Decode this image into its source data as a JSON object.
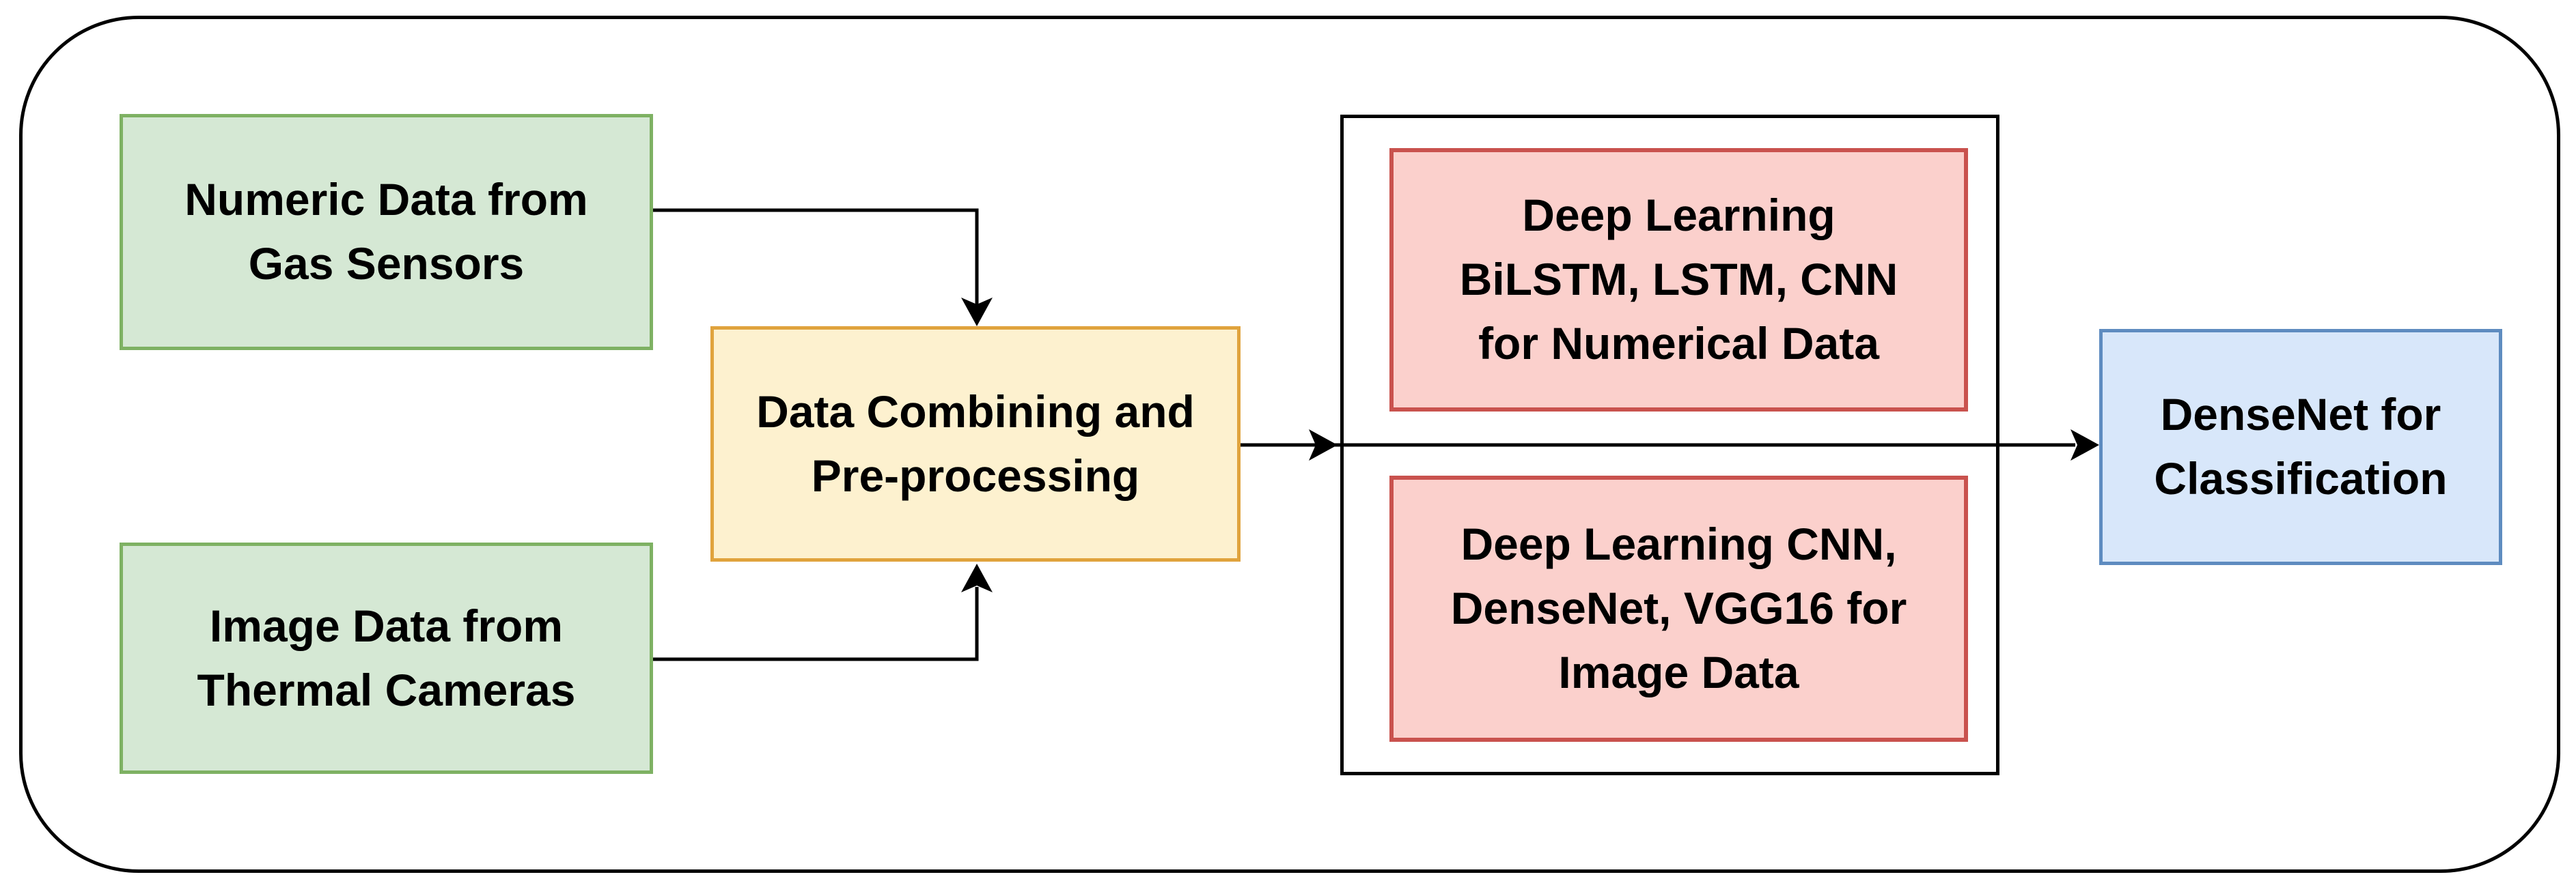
{
  "diagram": {
    "type": "flowchart",
    "background_color": "#ffffff",
    "frame_color": "#000000",
    "connector_color": "#000000",
    "nodes": {
      "gas_sensors": {
        "lines": [
          "Numeric Data from",
          "Gas Sensors"
        ],
        "fill": "#d5e8d4",
        "border": "#7eb163"
      },
      "thermal_cameras": {
        "lines": [
          "Image Data from",
          "Thermal Cameras"
        ],
        "fill": "#d5e8d4",
        "border": "#7eb163"
      },
      "combining": {
        "lines": [
          "Data Combining and",
          "Pre-processing"
        ],
        "fill": "#fdf1cf",
        "border": "#e0a33d"
      },
      "dl_numerical": {
        "lines": [
          "Deep Learning",
          "BiLSTM, LSTM, CNN",
          "for Numerical Data"
        ],
        "fill": "#fbd0cc",
        "border": "#c9524e"
      },
      "dl_image": {
        "lines": [
          "Deep Learning CNN,",
          "DenseNet, VGG16 for",
          "Image Data"
        ],
        "fill": "#fbd0cc",
        "border": "#c9524e"
      },
      "classifier": {
        "lines": [
          "DenseNet for",
          "Classification"
        ],
        "fill": "#d8e7fa",
        "border": "#5e8cc0"
      }
    }
  }
}
